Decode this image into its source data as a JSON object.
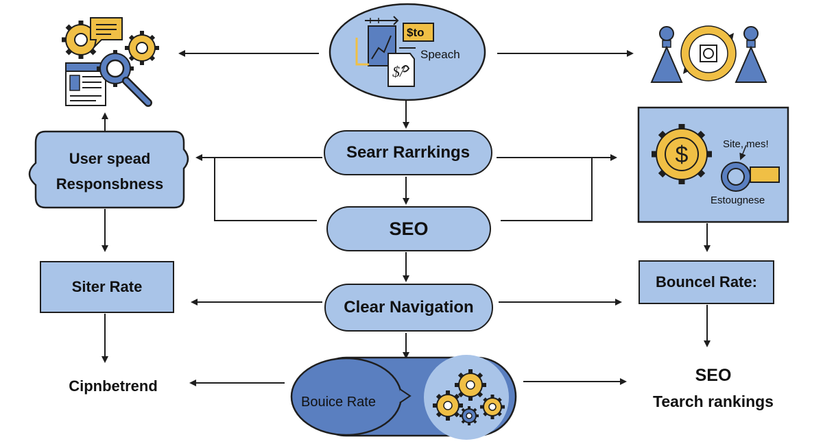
{
  "top_icon": {
    "text_sto": "$to",
    "text_speach": "Speach"
  },
  "nodes": {
    "search_rankings": "Searr Rarrkings",
    "seo_center": "SEO",
    "clear_navigation": "Clear Navigation",
    "bounce_rate_bottom": "Bouice Rate",
    "user_speed_line1": "User spead",
    "user_speed_line2": "Responsbness",
    "siter_rate": "Siter Rate",
    "cipnbetrend": "Cipnbetrend",
    "bouncel_rate": "Bouncel Rate:",
    "seo_right_line1": "SEO",
    "seo_right_line2": "Tearch  rankings"
  },
  "right_panel": {
    "site_mes": "Site, mes!",
    "estougnese": "Estougnese"
  },
  "colors": {
    "box_fill": "#a9c4e8",
    "dark_blue": "#5a7fc0",
    "gold": "#f0bf45",
    "stroke": "#1e1e1e"
  },
  "icons": [
    "gears-chat-icon",
    "magnifier-icon",
    "document-icon",
    "speech-icon",
    "cycle-exchange-icon",
    "dollar-gear-icon",
    "key-icon"
  ]
}
